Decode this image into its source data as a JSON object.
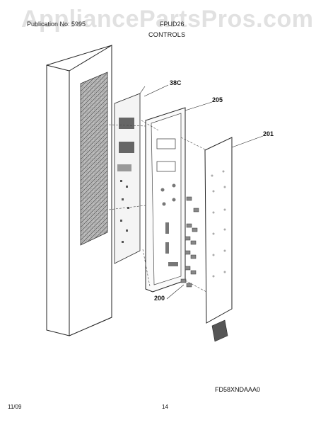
{
  "watermark": "AppliancePartsPros.com",
  "header": {
    "left": "Publication No: 5995",
    "middle": "FPUD26",
    "title": "CONTROLS"
  },
  "callouts": {
    "c38c": "38C",
    "c205": "205",
    "c201": "201",
    "c200": "200"
  },
  "model_code": "FD58XNDAAA0",
  "footer": {
    "date": "11/09",
    "page": "14"
  }
}
